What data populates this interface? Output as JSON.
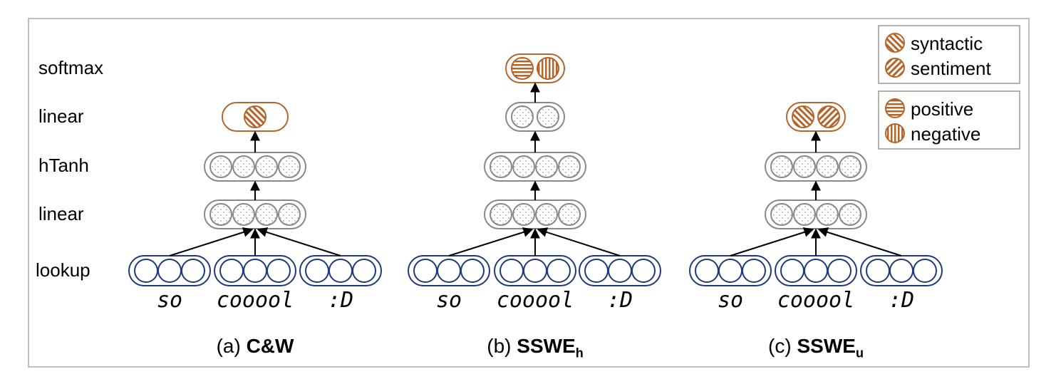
{
  "layer_labels": [
    "softmax",
    "linear",
    "hTanh",
    "linear",
    "lookup"
  ],
  "legend": {
    "group1": [
      "syntactic",
      "sentiment"
    ],
    "group2": [
      "positive",
      "negative"
    ]
  },
  "panels": [
    {
      "caption_prefix": "(a) ",
      "caption_bold": "C&W",
      "caption_sub": "",
      "words": [
        "so",
        "cooool",
        ":D"
      ]
    },
    {
      "caption_prefix": "(b) ",
      "caption_bold": "SSWE",
      "caption_sub": "h",
      "words": [
        "so",
        "cooool",
        ":D"
      ]
    },
    {
      "caption_prefix": "(c) ",
      "caption_bold": "SSWE",
      "caption_sub": "u",
      "words": [
        "so",
        "cooool",
        ":D"
      ]
    }
  ],
  "colors": {
    "orange": "#b5652a",
    "blue": "#1f3a7a",
    "gray": "#888888",
    "frame": "#aaaaaa"
  }
}
